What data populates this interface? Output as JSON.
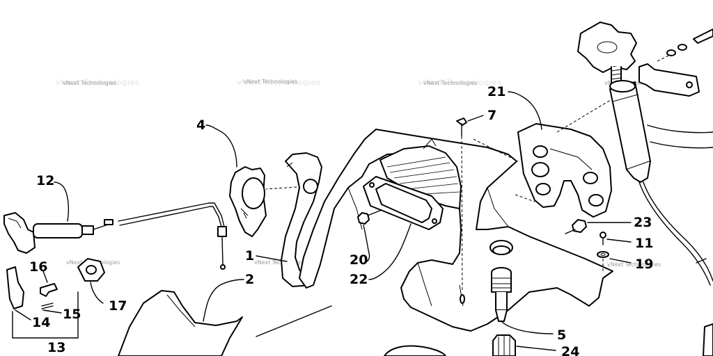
{
  "watermark": {
    "text": "vNext Technologies",
    "color": "#9a9a9a"
  },
  "callouts": {
    "c1": "1",
    "c2": "2",
    "c4": "4",
    "c5": "5",
    "c7": "7",
    "c11": "11",
    "c12": "12",
    "c13": "13",
    "c14": "14",
    "c15": "15",
    "c16": "16",
    "c17": "17",
    "c19": "19",
    "c20": "20",
    "c21": "21",
    "c22": "22",
    "c23": "23",
    "c24": "24"
  },
  "colors": {
    "ink": "#000000",
    "background": "#ffffff"
  }
}
